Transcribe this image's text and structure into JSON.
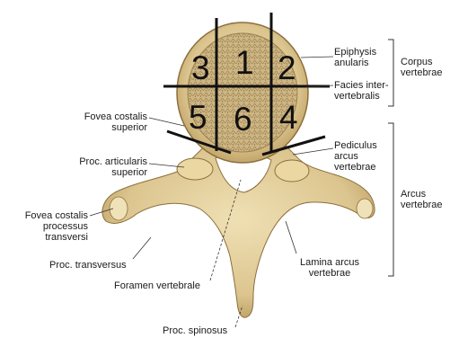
{
  "labels": {
    "epiphysis": [
      "Epiphysis",
      "anularis"
    ],
    "facies": [
      "Facies inter-",
      "vertebralis"
    ],
    "corpus": [
      "Corpus",
      "vertebrae"
    ],
    "fovea_costalis_sup": [
      "Fovea costalis",
      "superior"
    ],
    "proc_articularis": [
      "Proc. articularis",
      "superior"
    ],
    "pediculus": [
      "Pediculus",
      "arcus",
      "vertebrae"
    ],
    "arcus": [
      "Arcus",
      "vertebrae"
    ],
    "fovea_proc_transv": [
      "Fovea costalis",
      "processus",
      "transversi"
    ],
    "proc_transversus": "Proc. transversus",
    "lamina": [
      "Lamina arcus",
      "vertebrae"
    ],
    "foramen": "Foramen vertebrale",
    "proc_spinosus": "Proc. spinosus"
  },
  "regions": [
    "1",
    "2",
    "3",
    "4",
    "5",
    "6"
  ],
  "colors": {
    "bone": "#e2cf9c",
    "bone_shade": "#b89a5e",
    "cancellous": "#b89f6c",
    "line": "#111111"
  }
}
